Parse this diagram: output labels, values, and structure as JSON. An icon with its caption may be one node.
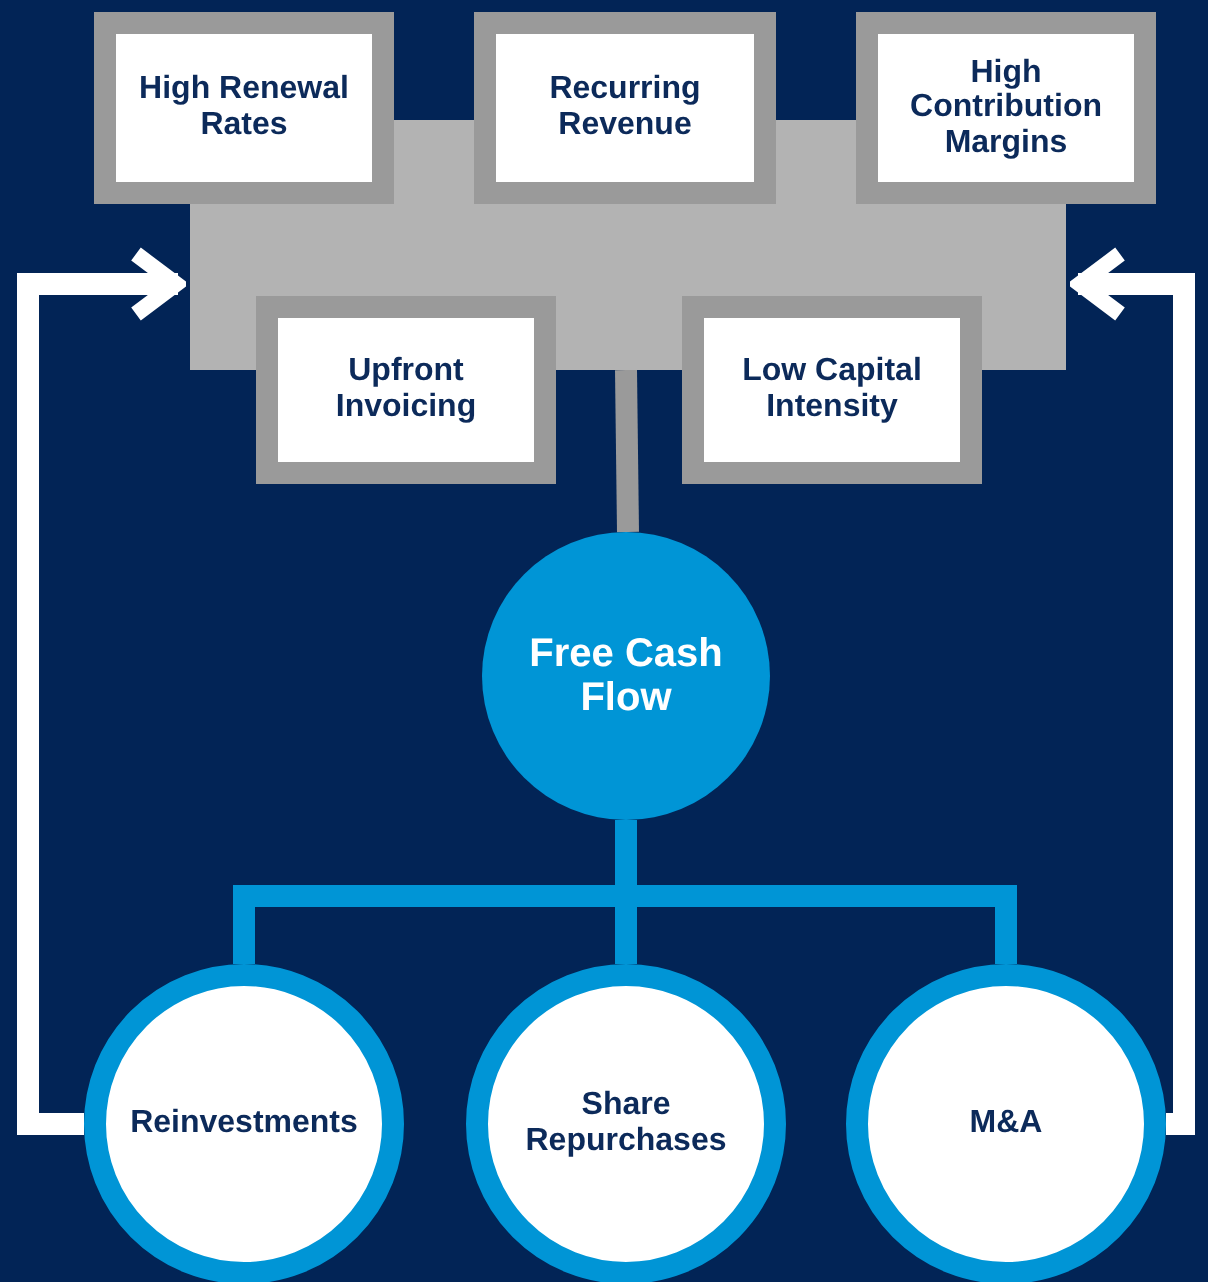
{
  "diagram": {
    "nodes": [
      {
        "text": [],
        "shape": "box"
      },
      {
        "text": [
          "High Renewal Rates"
        ]
      },
      {
        "text": [
          "Recurring Revenue"
        ]
      },
      {
        "text": [
          "High Contribution Margins"
        ]
      },
      {
        "text": [
          "Upfront Invoicing"
        ]
      },
      {
        "text": [
          "Low Capital Intensity"
        ]
      },
      {
        "text": [
          "Free Cash Flow"
        ]
      },
      {
        "text": [
          "Reinvestments"
        ]
      },
      {
        "text": [
          "Share Repurchases"
        ]
      },
      {
        "text": [
          "M&A"
        ]
      }
    ],
    "edges": [
      {
        "from": 0,
        "to": 6,
        "arrow": "none",
        "color": "#9a9a9a"
      },
      {
        "from": 6,
        "to": 7,
        "arrow": "none"
      },
      {
        "from": 6,
        "to": 8,
        "arrow": "none"
      },
      {
        "from": 6,
        "to": 9,
        "arrow": "none"
      },
      {
        "from": 7,
        "to": 0,
        "arrow": "to",
        "color": "#ffffff"
      },
      {
        "from": 9,
        "to": 0,
        "arrow": "to",
        "color": "#ffffff"
      }
    ]
  }
}
